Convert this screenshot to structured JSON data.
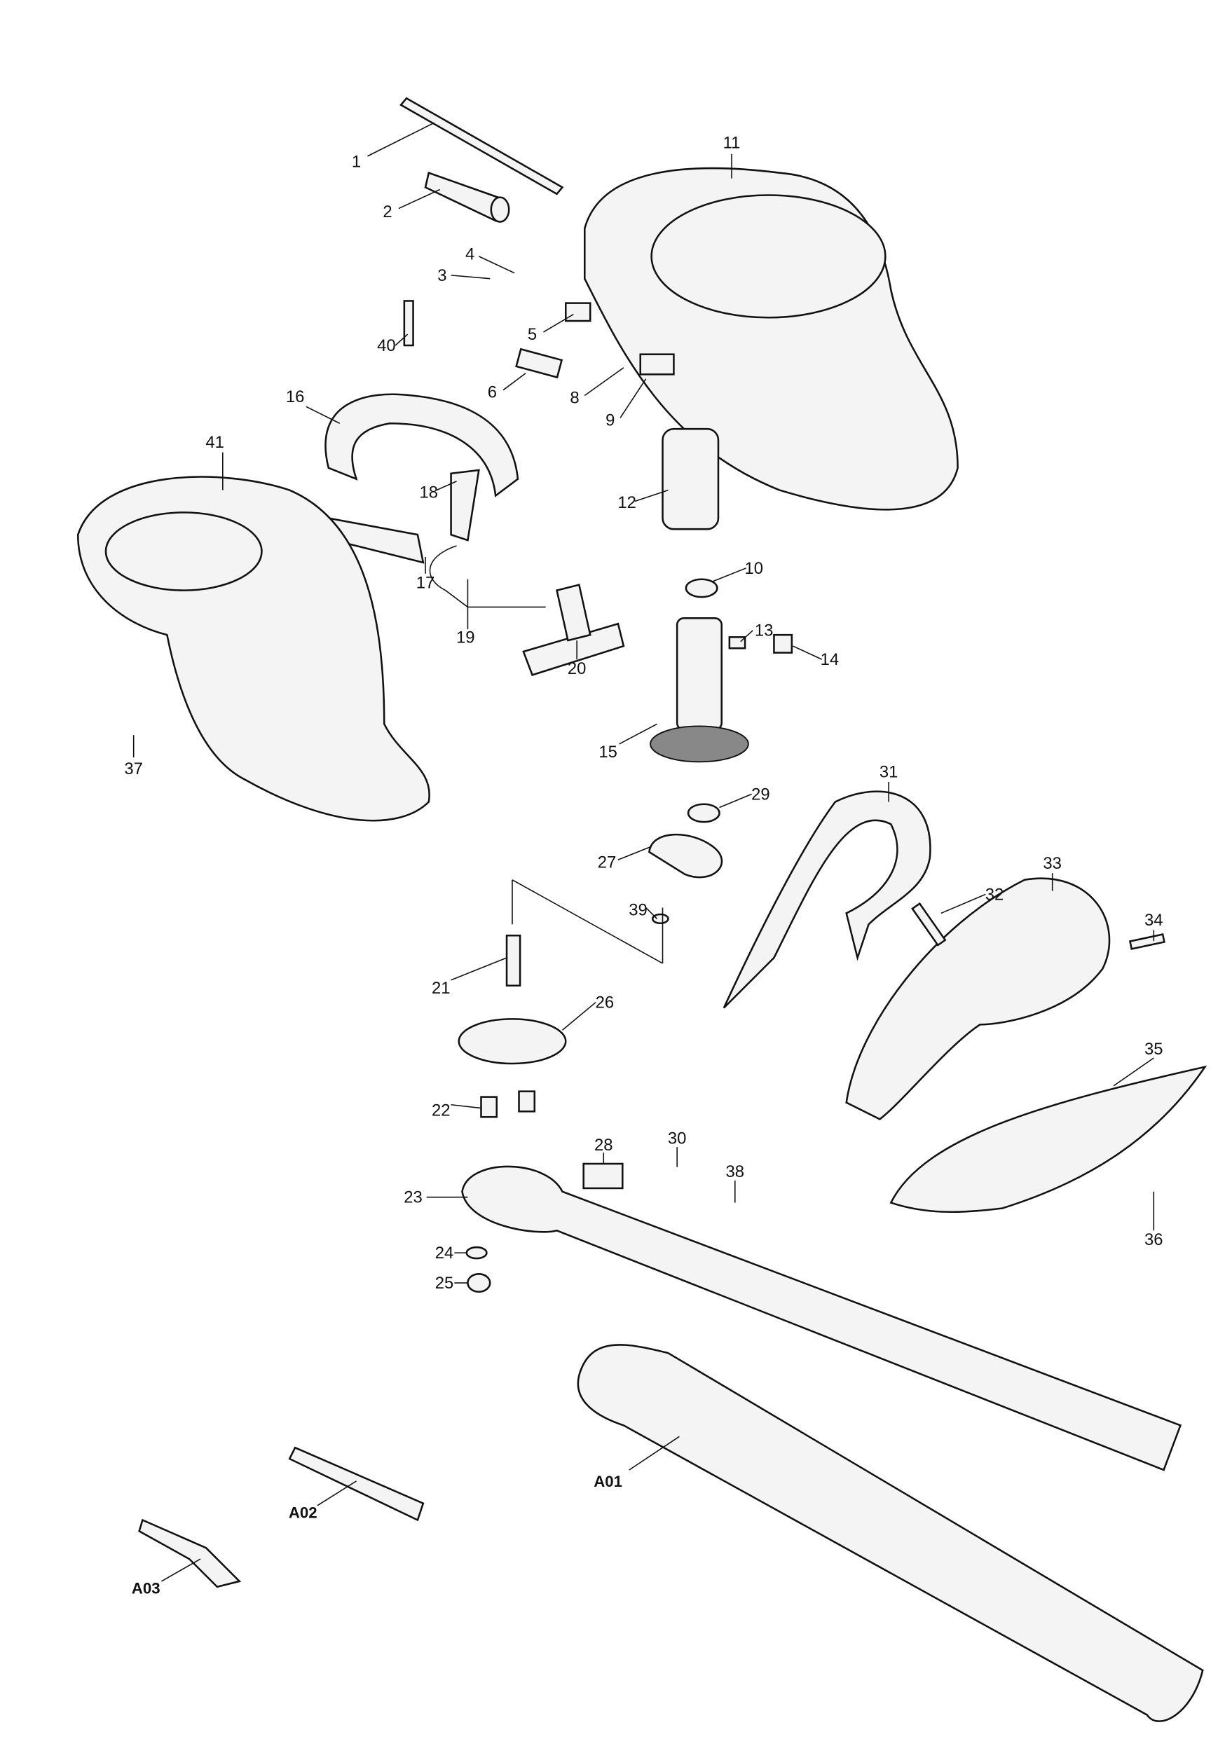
{
  "diagram": {
    "type": "exploded parts diagram",
    "part_labels": {
      "p1": "1",
      "p2": "2",
      "p3": "3",
      "p4": "4",
      "p5": "5",
      "p6": "6",
      "p8": "8",
      "p9": "9",
      "p10": "10",
      "p11": "11",
      "p12": "12",
      "p13": "13",
      "p14": "14",
      "p15": "15",
      "p16": "16",
      "p17": "17",
      "p18": "18",
      "p19": "19",
      "p20": "20",
      "p21": "21",
      "p22": "22",
      "p23": "23",
      "p24": "24",
      "p25": "25",
      "p26": "26",
      "p27": "27",
      "p28": "28",
      "p29": "29",
      "p30": "30",
      "p31": "31",
      "p32": "32",
      "p33": "33",
      "p34": "34",
      "p35": "35",
      "p36": "36",
      "p37": "37",
      "p38": "38",
      "p39": "39",
      "p40": "40",
      "p41": "41",
      "a01": "A01",
      "a02": "A02",
      "a03": "A03"
    }
  }
}
